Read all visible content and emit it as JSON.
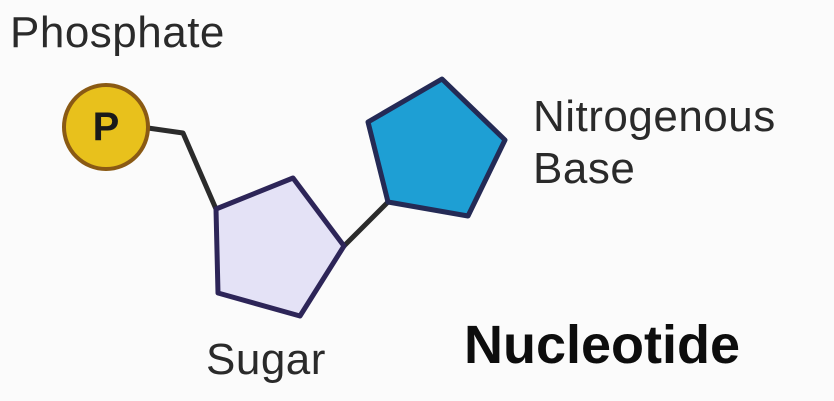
{
  "diagram": {
    "title": "Nucleotide",
    "phosphate": {
      "label": "Phosphate",
      "symbol": "P",
      "color": "#e8c11c",
      "stroke": "#8a5a14"
    },
    "sugar": {
      "label": "Sugar",
      "color": "#e4e2f6",
      "stroke": "#2d2558"
    },
    "base": {
      "label_line1": "Nitrogenous",
      "label_line2": "Base",
      "color": "#1e9fd4",
      "stroke": "#242a55"
    },
    "bond_color": "#2b2b2b"
  }
}
